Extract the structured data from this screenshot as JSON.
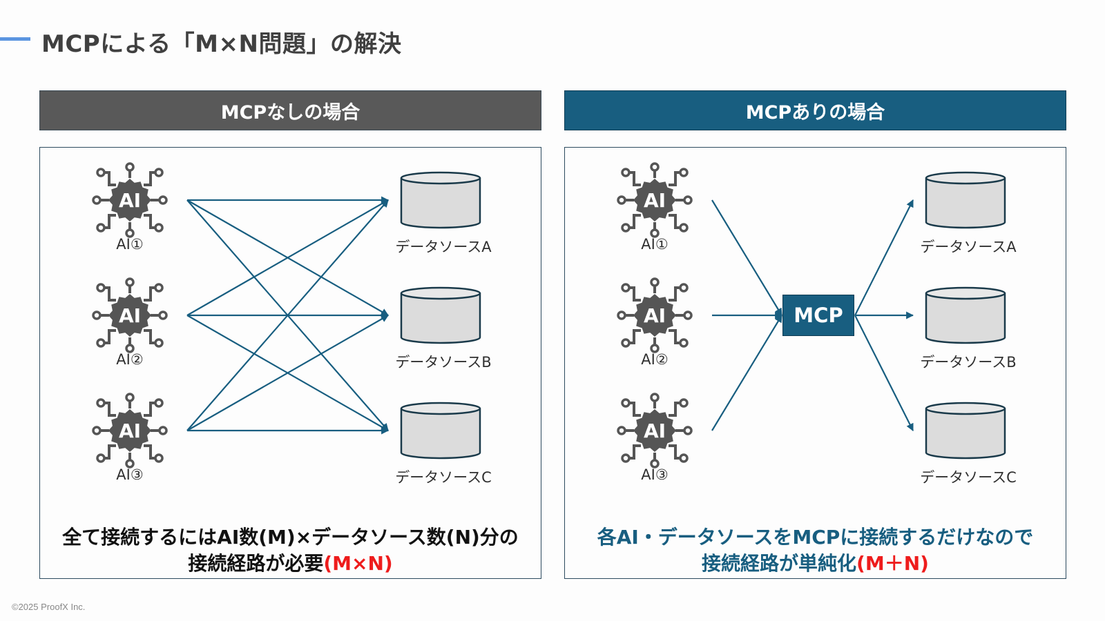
{
  "title": "MCPによる「M×N問題」の解決",
  "colors": {
    "accent_bar": "#5b95e0",
    "left_header": "#595959",
    "right_header": "#185e80",
    "arrow": "#185e80",
    "highlight": "#ee1c1c",
    "db_fill": "#dcdcdc"
  },
  "left_panel": {
    "header": "MCPなしの場合",
    "ai_nodes": [
      {
        "label": "AI①",
        "icon": "ai-chip-icon"
      },
      {
        "label": "AI②",
        "icon": "ai-chip-icon"
      },
      {
        "label": "AI③",
        "icon": "ai-chip-icon"
      }
    ],
    "data_sources": [
      {
        "label": "データソースA",
        "icon": "database-icon"
      },
      {
        "label": "データソースB",
        "icon": "database-icon"
      },
      {
        "label": "データソースC",
        "icon": "database-icon"
      }
    ],
    "connections": "all-to-all",
    "caption_line1": "全て接続するにはAI数(M)×データソース数(N)分の",
    "caption_line2": "接続経路が必要",
    "caption_highlight": "(M×N)"
  },
  "right_panel": {
    "header": "MCPありの場合",
    "ai_nodes": [
      {
        "label": "AI①",
        "icon": "ai-chip-icon"
      },
      {
        "label": "AI②",
        "icon": "ai-chip-icon"
      },
      {
        "label": "AI③",
        "icon": "ai-chip-icon"
      }
    ],
    "hub": "MCP",
    "data_sources": [
      {
        "label": "データソースA",
        "icon": "database-icon"
      },
      {
        "label": "データソースB",
        "icon": "database-icon"
      },
      {
        "label": "データソースC",
        "icon": "database-icon"
      }
    ],
    "connections": "hub",
    "caption_line1": "各AI・データソースをMCPに接続するだけなので",
    "caption_line2": "接続経路が単純化",
    "caption_highlight": "(M＋N)"
  },
  "footer": {
    "copyright": "©2025 ProofX Inc."
  }
}
